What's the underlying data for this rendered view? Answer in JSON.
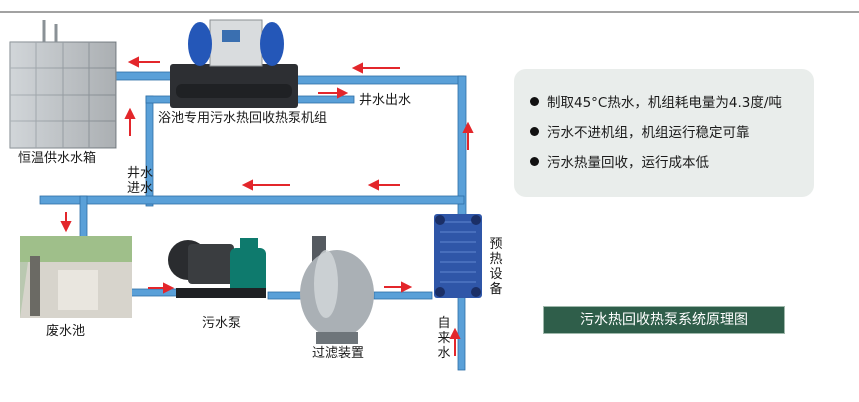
{
  "components": {
    "tank_label": "恒温供水水箱",
    "heat_pump_label": "浴池专用污水热回收热泵机组",
    "pool_label": "废水池",
    "pump_label": "污水泵",
    "filter_label": "过滤装置",
    "exchanger_label": "预热设备"
  },
  "flows": {
    "well_out": "井水出水",
    "well_in": "井水进水",
    "tap_water": "自来水"
  },
  "features": [
    "制取45°C热水，机组耗电量为4.3度/吨",
    "污水不进机组，机组运行稳定可靠",
    "污水热量回收，运行成本低"
  ],
  "caption": "污水热回收热泵系统原理图",
  "colors": {
    "pipe": "#4a90c8",
    "arrow": "#e3262b",
    "caption_bg": "#2f5e4a",
    "panel_bg": "#e9edeb"
  }
}
